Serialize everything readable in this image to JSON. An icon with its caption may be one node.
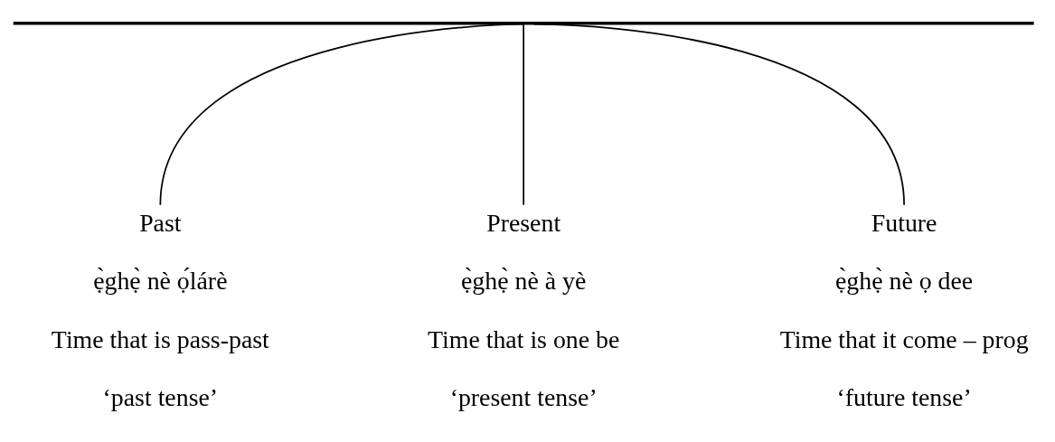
{
  "diagram": {
    "nodes": [
      {
        "text": [],
        "shape": "bar"
      },
      {
        "text": [
          "Past",
          "ẹ̀ghẹ̀ nè ọ́lárè",
          "Time that is pass-past",
          "‘past tense’"
        ]
      },
      {
        "text": [
          "Present",
          "ẹ̀ghẹ̀ nè à yè",
          "Time that is one be",
          "‘present tense’"
        ]
      },
      {
        "text": [
          "Future",
          "ẹ̀ghẹ̀ nè ọ dee",
          "Time that it come – prog",
          "‘future tense’"
        ]
      }
    ],
    "edges": [
      {
        "from": 0,
        "to": 1,
        "arrow": "none"
      },
      {
        "from": 0,
        "to": 2,
        "arrow": "none"
      },
      {
        "from": 0,
        "to": 3,
        "arrow": "none"
      }
    ]
  }
}
